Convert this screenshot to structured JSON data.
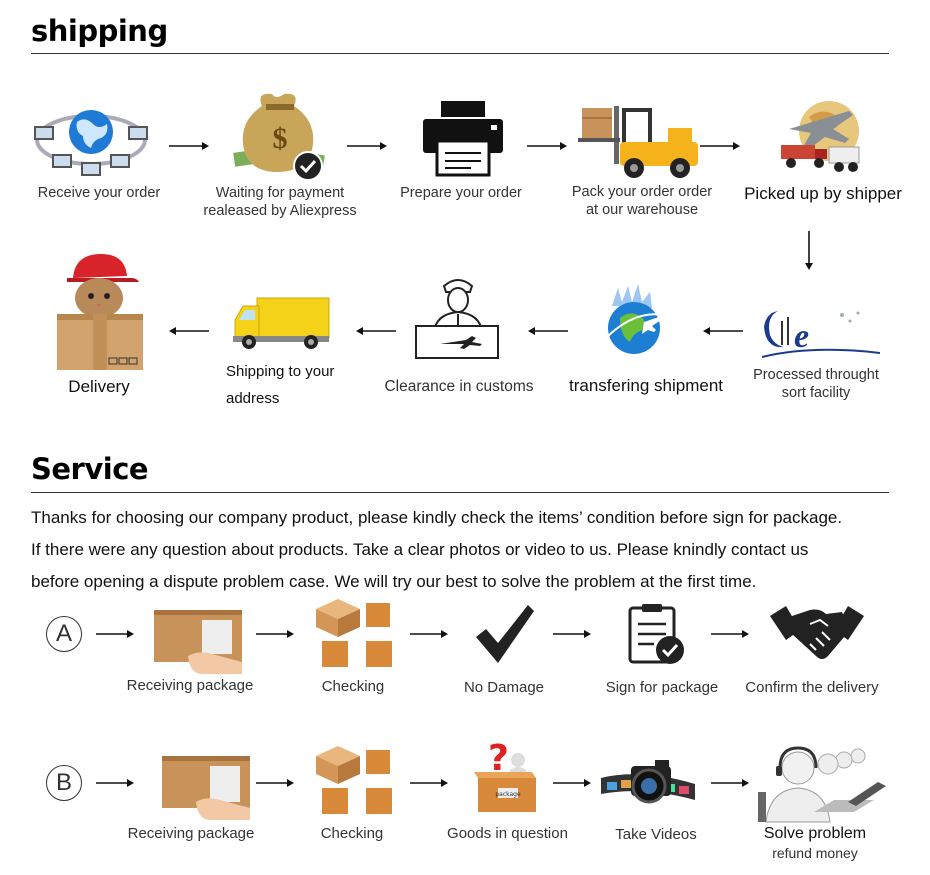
{
  "shipping": {
    "title": "shipping",
    "steps": [
      {
        "label": "Receive your order",
        "icon": "globe-network-icon"
      },
      {
        "line1": "Waiting for payment",
        "line2": "realeased by Aliexpress",
        "icon": "money-bag-icon"
      },
      {
        "label": "Prepare your order",
        "icon": "printer-icon"
      },
      {
        "line1": "Pack your order order",
        "line2": "at our warehouse",
        "icon": "forklift-icon"
      },
      {
        "label": "Picked up by shipper",
        "icon": "transport-globe-icon"
      },
      {
        "line1": "Processed throught",
        "line2": "sort facility",
        "icon": "sort-facility-icon"
      },
      {
        "label": "transfering shipment",
        "icon": "airplane-globe-icon"
      },
      {
        "label": "Clearance in customs",
        "icon": "customs-officer-icon"
      },
      {
        "line1": "Shipping to your",
        "line2": "address",
        "icon": "delivery-truck-icon"
      },
      {
        "label": "Delivery",
        "icon": "cat-courier-icon"
      }
    ]
  },
  "service": {
    "title": "Service",
    "paragraph": [
      "Thanks for choosing our company product, please kindly check  the items’ condition before sign for package.",
      " If there were any question about products. Take a clear photos or video to us. Please knindly contact us",
      "before opening a dispute problem case. We will try our best to solve the problem at the first  time."
    ],
    "row_a": {
      "marker": "A",
      "steps": [
        "Receiving package",
        "Checking",
        "No Damage",
        "Sign for package",
        "Confirm the delivery"
      ]
    },
    "row_b": {
      "marker": "B",
      "steps": [
        "Receiving package",
        "Checking",
        "Goods in question",
        "Take Videos"
      ],
      "last_line1": "Solve problem",
      "last_line2": "refund money"
    }
  },
  "colors": {
    "box": "#c8935a",
    "box_dark": "#a8733e",
    "truck": "#f4d21a",
    "text": "#333333",
    "accent_red": "#d22"
  }
}
